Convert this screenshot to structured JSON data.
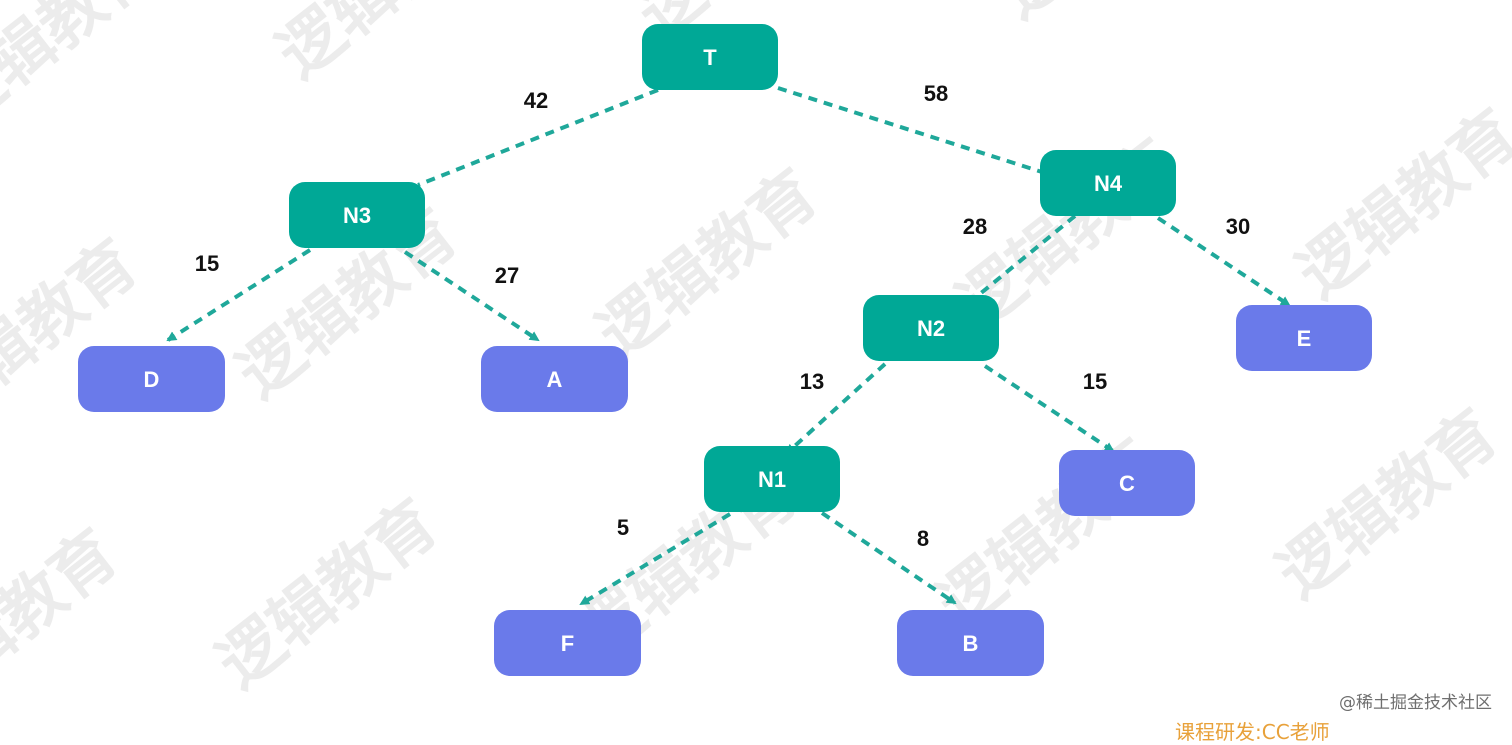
{
  "colors": {
    "internal_node": "#00a896",
    "leaf_node": "#6a7aea",
    "edge": "#1fa89a",
    "watermark": "#ececec"
  },
  "watermark_text": "逻辑教育",
  "nodes": [
    {
      "id": "T",
      "label": "T",
      "kind": "internal"
    },
    {
      "id": "N3",
      "label": "N3",
      "kind": "internal"
    },
    {
      "id": "N4",
      "label": "N4",
      "kind": "internal"
    },
    {
      "id": "N2",
      "label": "N2",
      "kind": "internal"
    },
    {
      "id": "N1",
      "label": "N1",
      "kind": "internal"
    },
    {
      "id": "D",
      "label": "D",
      "kind": "leaf"
    },
    {
      "id": "A",
      "label": "A",
      "kind": "leaf"
    },
    {
      "id": "E",
      "label": "E",
      "kind": "leaf"
    },
    {
      "id": "C",
      "label": "C",
      "kind": "leaf"
    },
    {
      "id": "F",
      "label": "F",
      "kind": "leaf"
    },
    {
      "id": "B",
      "label": "B",
      "kind": "leaf"
    }
  ],
  "edges": [
    {
      "from": "T",
      "to": "N3",
      "label": "42",
      "arrow": false
    },
    {
      "from": "T",
      "to": "N4",
      "label": "58",
      "arrow": false
    },
    {
      "from": "N3",
      "to": "D",
      "label": "15",
      "arrow": true
    },
    {
      "from": "N3",
      "to": "A",
      "label": "27",
      "arrow": true
    },
    {
      "from": "N4",
      "to": "N2",
      "label": "28",
      "arrow": false
    },
    {
      "from": "N4",
      "to": "E",
      "label": "30",
      "arrow": true
    },
    {
      "from": "N2",
      "to": "N1",
      "label": "13",
      "arrow": true
    },
    {
      "from": "N2",
      "to": "C",
      "label": "15",
      "arrow": true
    },
    {
      "from": "N1",
      "to": "F",
      "label": "5",
      "arrow": true
    },
    {
      "from": "N1",
      "to": "B",
      "label": "8",
      "arrow": true
    }
  ],
  "credits": {
    "site": "@稀土掘金技术社区",
    "author": "课程研发:CC老师"
  }
}
